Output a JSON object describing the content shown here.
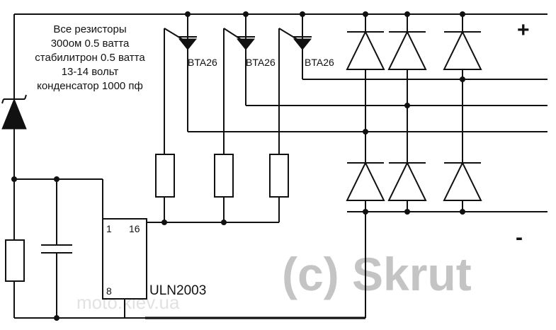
{
  "notes": [
    "Все резисторы",
    "300ом 0.5 ватта",
    "стабилитрон 0.5 ватта",
    "13-14 вольт",
    "конденсатор 1000 пф"
  ],
  "triacs": [
    "BTA26",
    "BTA26",
    "BTA26"
  ],
  "ic": {
    "name": "ULN2003",
    "pin1": "1",
    "pin16": "16",
    "pin8": "8"
  },
  "polarity": {
    "plus": "+",
    "minus": "-"
  },
  "watermark": {
    "main": "(c) Skrut",
    "site": "moto.kiev.ua"
  }
}
